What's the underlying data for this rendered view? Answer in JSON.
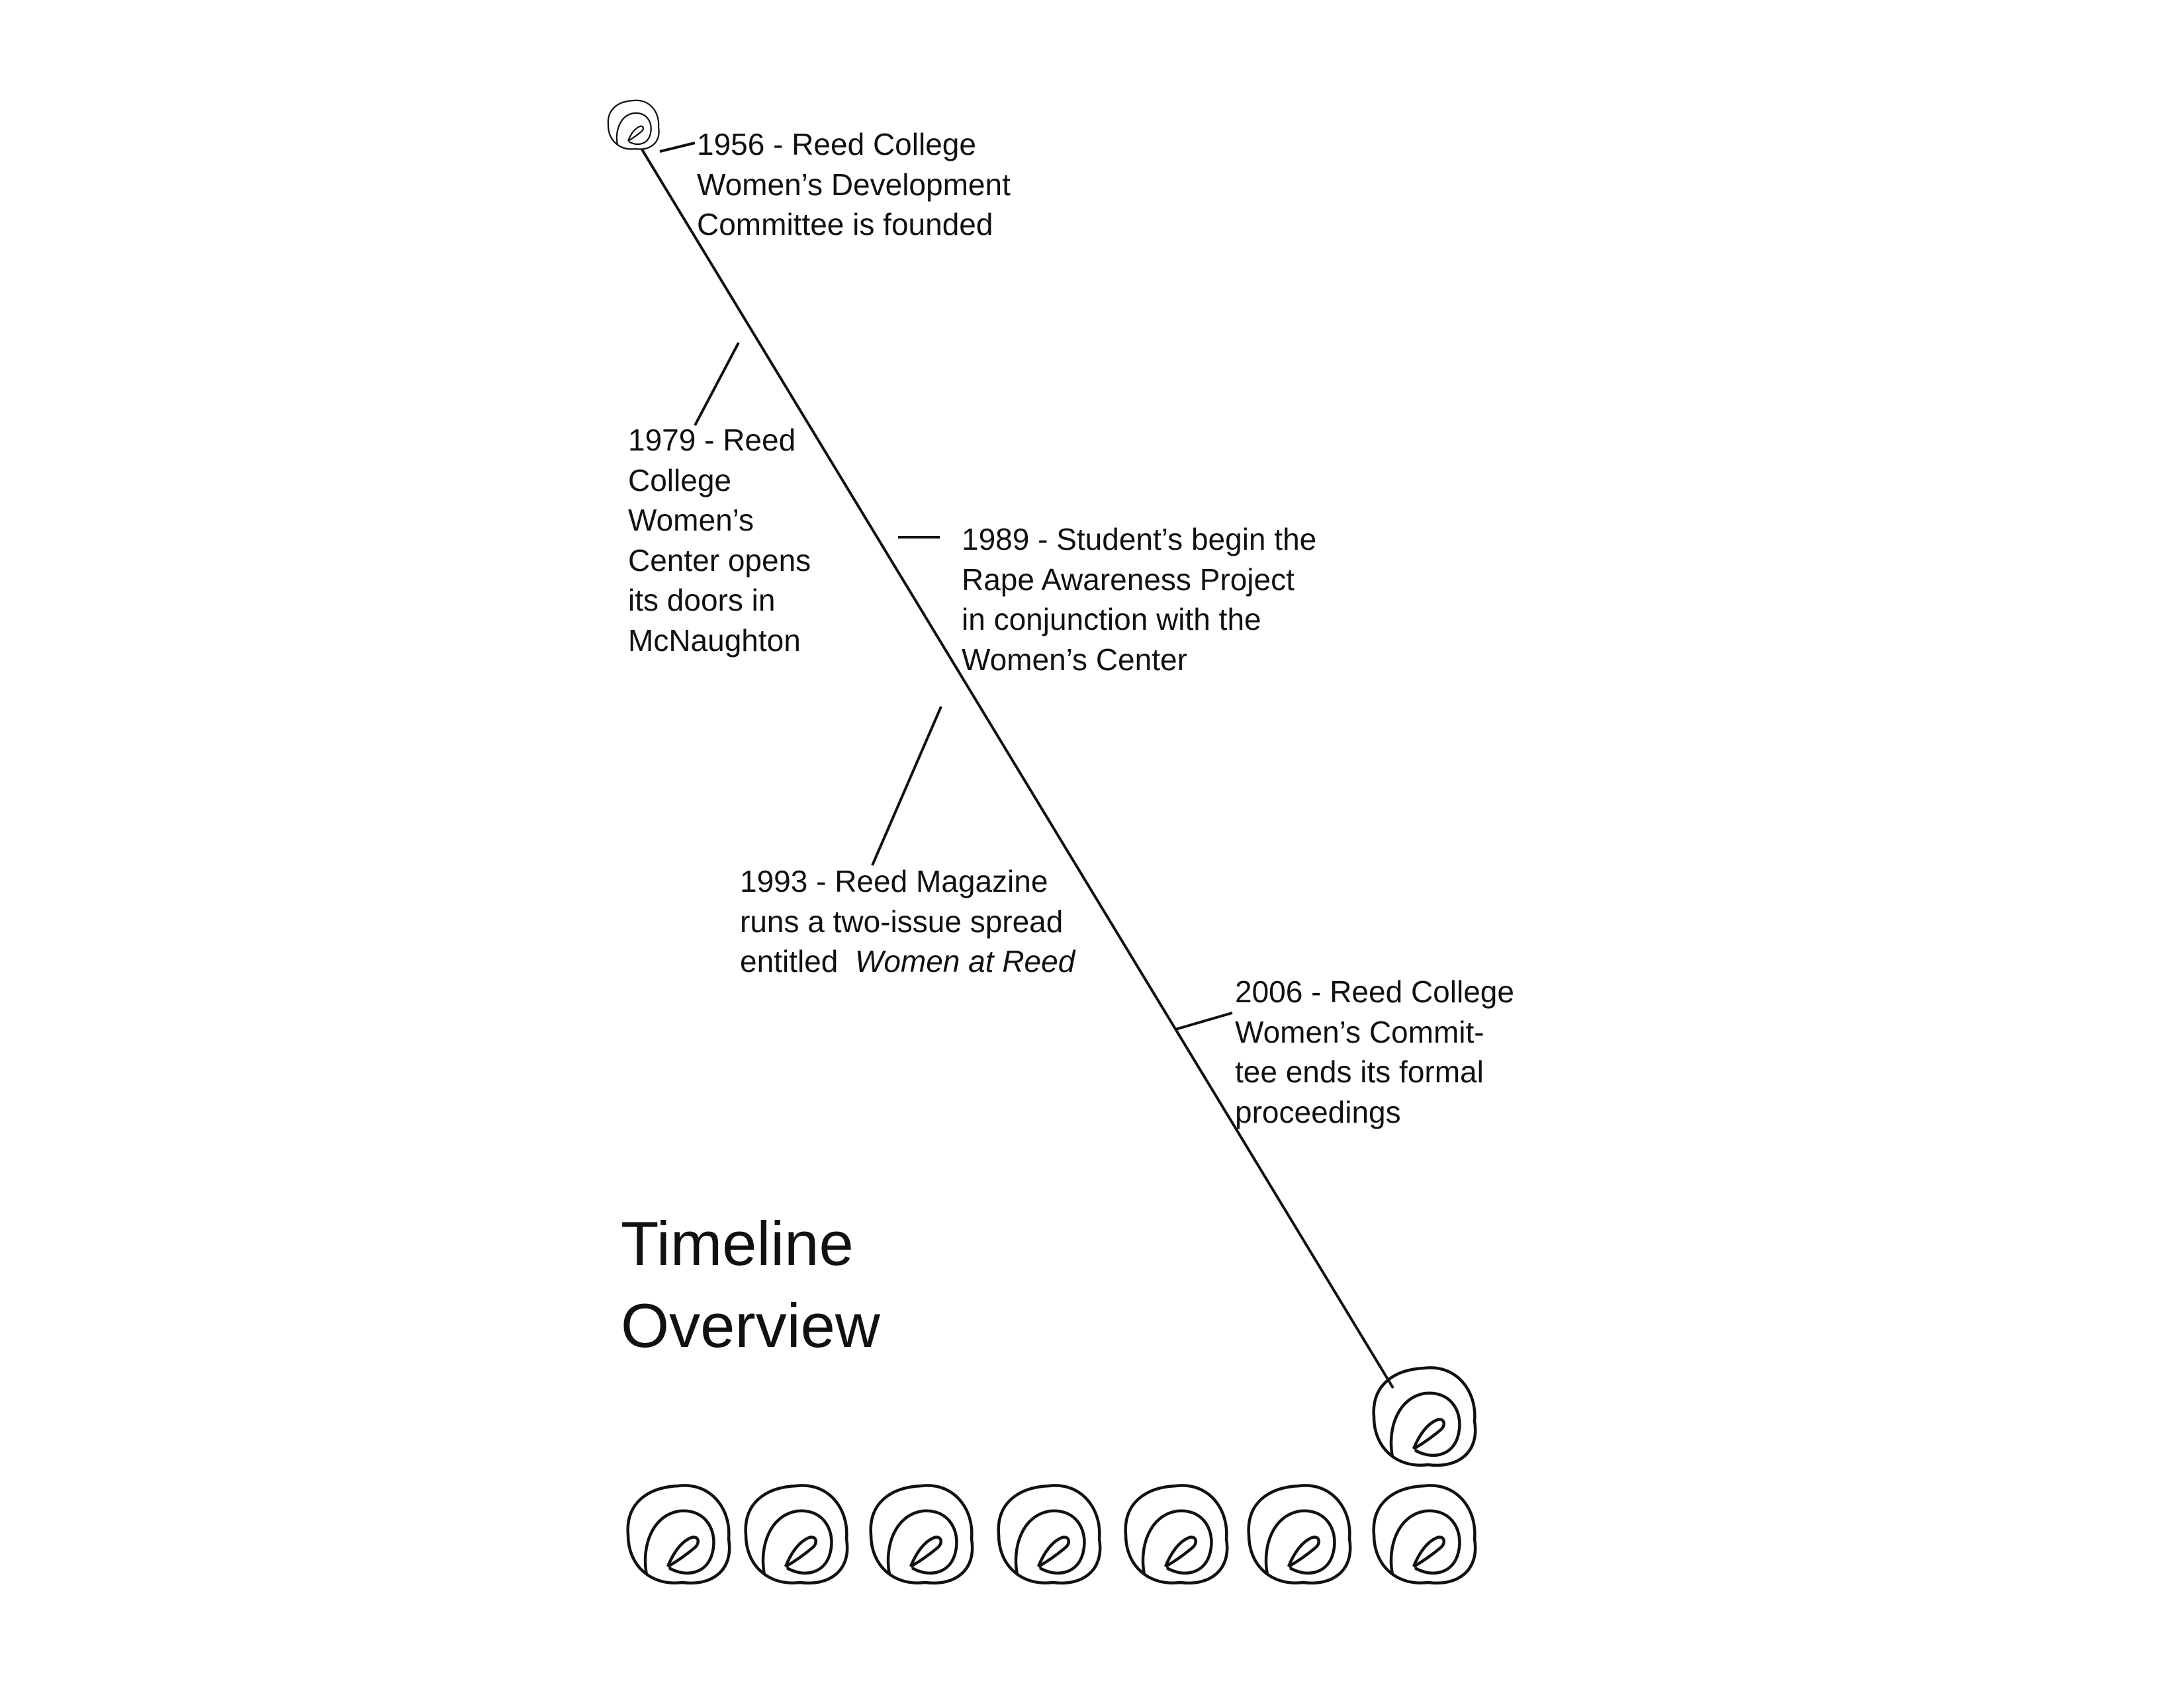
{
  "title": {
    "line1": "Timeline",
    "line2": "Overview"
  },
  "events": [
    {
      "year": "1956",
      "lines": [
        "1956 - Reed College",
        "Women’s Development",
        "Committee is founded"
      ]
    },
    {
      "year": "1979",
      "lines": [
        "1979 - Reed",
        "College",
        "Women’s",
        "Center opens",
        "its doors in",
        "McNaughton"
      ]
    },
    {
      "year": "1989",
      "lines": [
        "1989 - Student’s begin the",
        "Rape Awareness Project",
        "in conjunction with the",
        "Women’s Center"
      ]
    },
    {
      "year": "1993",
      "lines": [
        "1993 - Reed Magazine",
        "runs a two-issue spread"
      ],
      "last_line_prefix": "entitled ",
      "publication": "Women at Reed"
    },
    {
      "year": "2006",
      "lines": [
        "2006 - Reed College",
        "Women’s Commit-",
        "tee ends its formal",
        "proceedings"
      ]
    }
  ],
  "decorations": {
    "spiral_icon": "spiral-icon",
    "bottom_row_spiral_count": 7
  },
  "colors": {
    "ink": "#111111",
    "background": "#ffffff"
  }
}
